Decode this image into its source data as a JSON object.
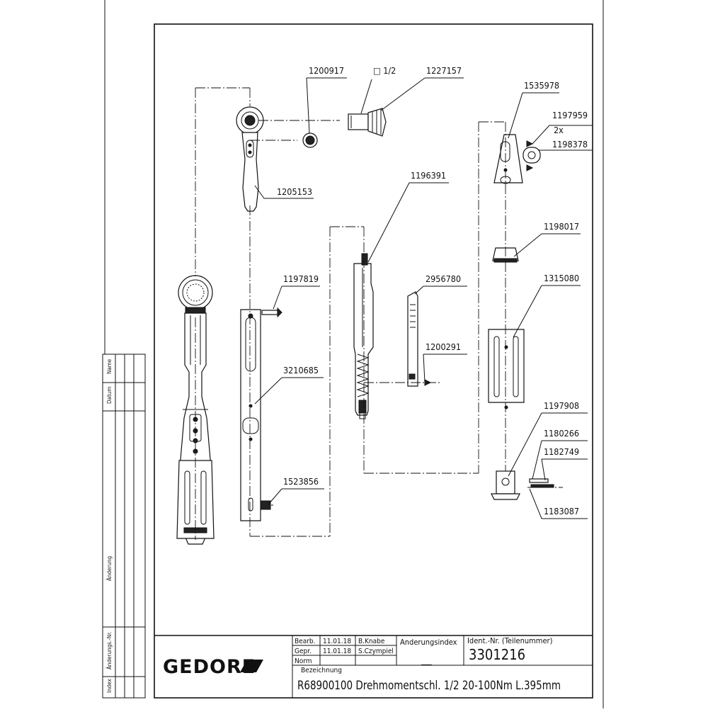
{
  "parts": {
    "p1200917": "1200917",
    "drive": "□ 1/2",
    "p1227157": "1227157",
    "p1205153": "1205153",
    "p1535978": "1535978",
    "p1197959": "1197959",
    "qty2x": "2x",
    "p1198378": "1198378",
    "p1196391": "1196391",
    "p1198017": "1198017",
    "p1197819": "1197819",
    "p2956780": "2956780",
    "p1315080": "1315080",
    "p3210685": "3210685",
    "p1200291": "1200291",
    "p1197908": "1197908",
    "p1180266": "1180266",
    "p1182749": "1182749",
    "p1523856": "1523856",
    "p1183087": "1183087"
  },
  "side_block": {
    "name": "Name",
    "datum": "Datum",
    "aenderung": "Änderung",
    "aenderungs_nr": "Änderungs.-Nr.",
    "index": "Index"
  },
  "title_block": {
    "logo": "GEDORE",
    "bearb_label": "Bearb.",
    "bearb_date": "11.01.18",
    "bearb_name": "B.Knabe",
    "gepr_label": "Gepr.",
    "gepr_date": "11.01.18",
    "gepr_name": "S.Czympiel",
    "norm_label": "Norm",
    "aenderungsindex_label": "Anderungsindex",
    "aenderungsindex_value": "___",
    "ident_label": "Ident.-Nr.  (Teilenummer)",
    "ident_value": "3301216",
    "bezeichnung_label": "Bezeichnung",
    "bezeichnung_value": "R68900100 Drehmomentschl. 1/2 20-100Nm L.395mm"
  }
}
